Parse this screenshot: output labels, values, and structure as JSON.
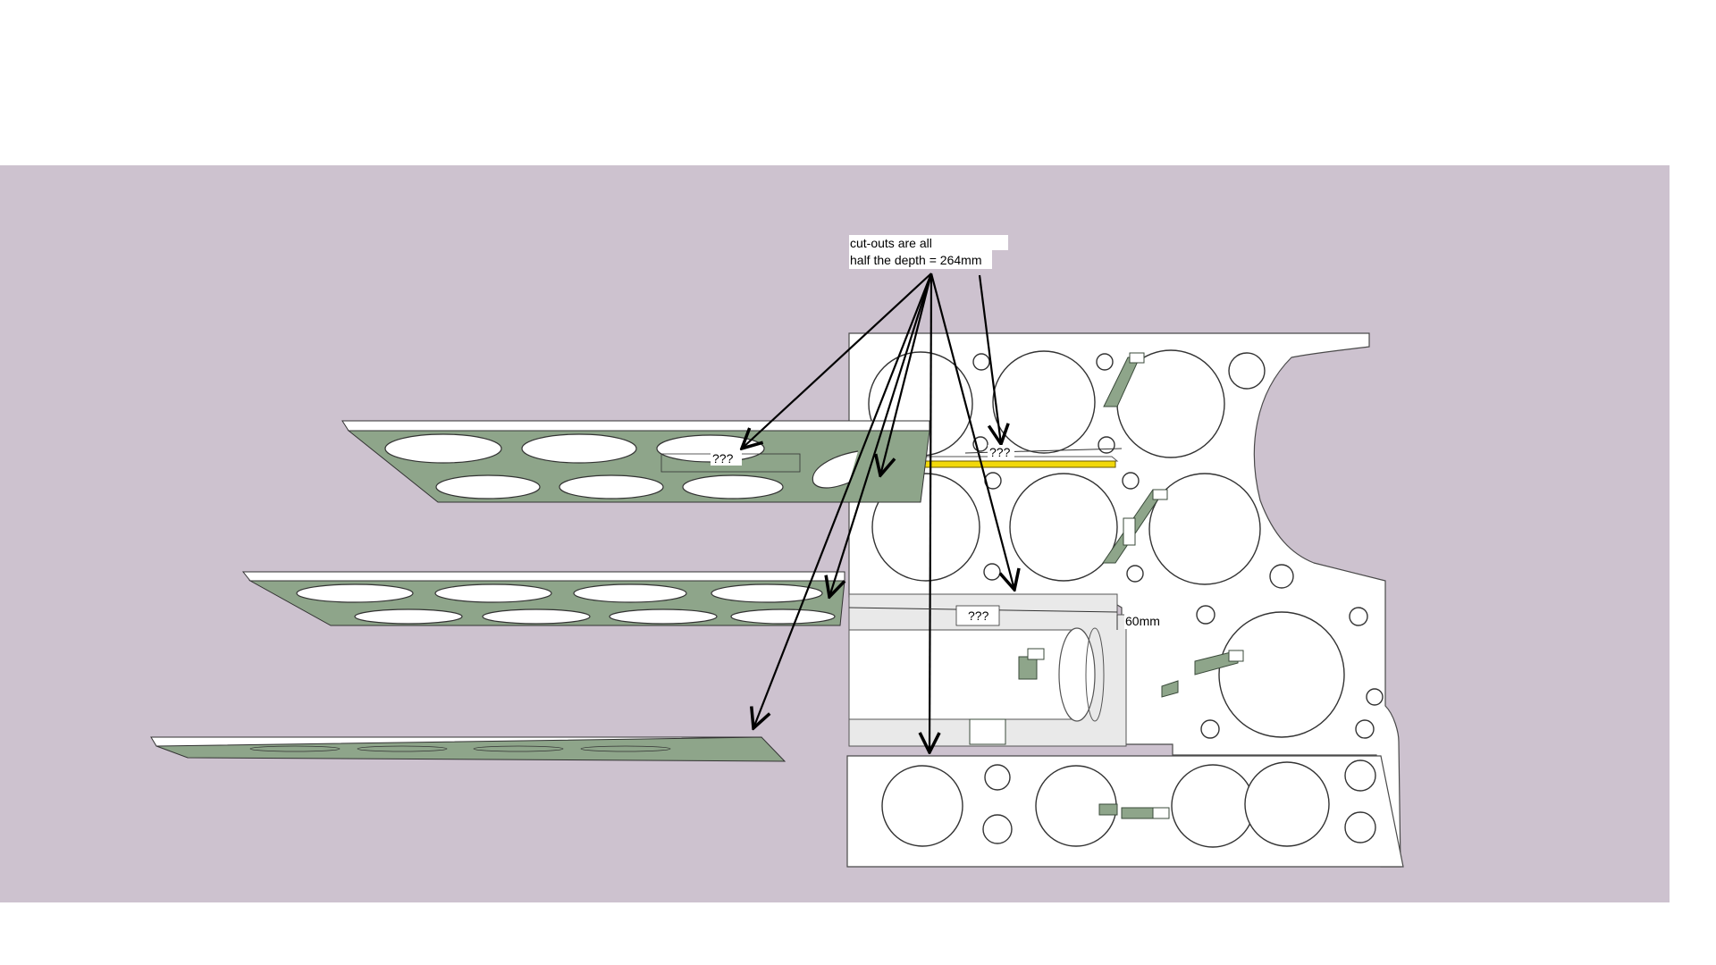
{
  "colors": {
    "background": "#ffffff",
    "viewport": "#cdc2cf",
    "panel_face": "#ffffff",
    "panel_edge": "#7a7a7a",
    "strip_face": "#8ea58a",
    "highlight": "#f2d80a",
    "arrow": "#000000"
  },
  "annotations": {
    "note_line1": "cut-outs are all",
    "note_line2": "half the depth = 264mm",
    "unknown_upper_strip": "???",
    "unknown_upper_panel": "???",
    "unknown_middle": "???",
    "dimension_60": "60mm"
  }
}
